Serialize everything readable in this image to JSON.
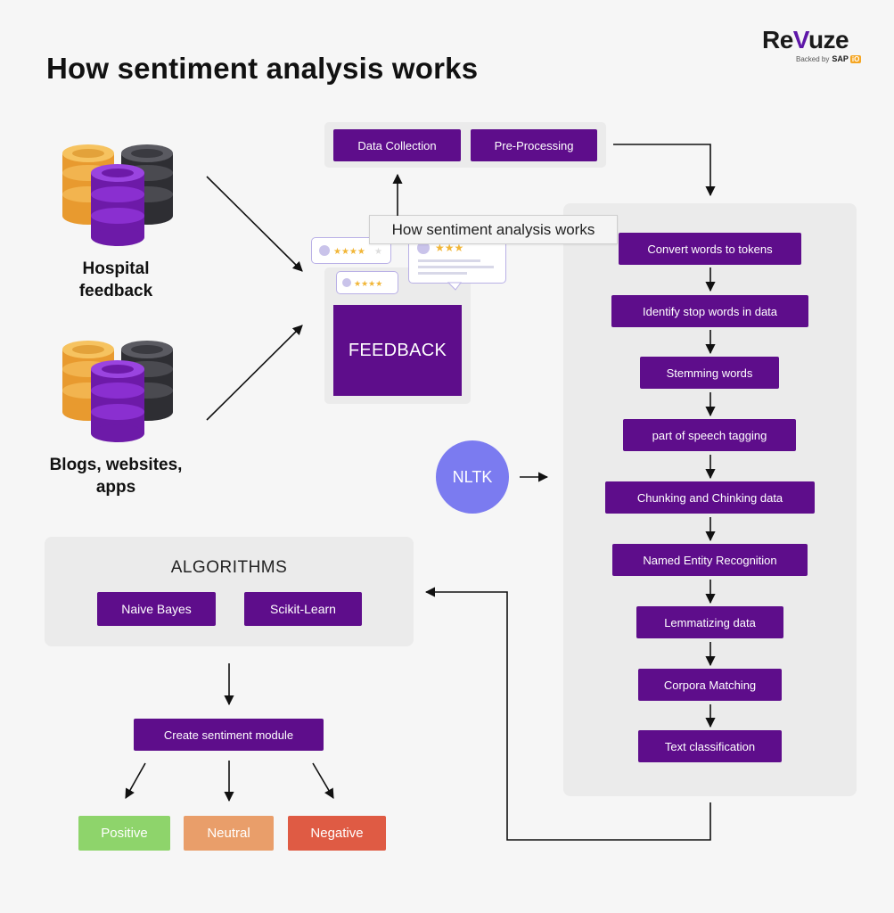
{
  "title": "How sentiment analysis works",
  "logo": {
    "word_prefix": "Re",
    "word_v": "V",
    "word_suffix": "uze",
    "backed_by": "Backed by",
    "sap": "SAP",
    "io": "iO"
  },
  "sources": {
    "hospital": "Hospital feedback",
    "blogs": "Blogs, websites, apps"
  },
  "top_steps": [
    "Data Collection",
    "Pre-Processing"
  ],
  "tooltip": "How sentiment analysis works",
  "feedback_label": "FEEDBACK",
  "nltk_label": "NLTK",
  "pipeline_steps": [
    "Convert words to tokens",
    "Identify stop words in data",
    "Stemming words",
    "part of speech tagging",
    "Chunking and Chinking data",
    "Named Entity Recognition",
    "Lemmatizing data",
    "Corpora Matching",
    "Text classification"
  ],
  "algorithms": {
    "title": "ALGORITHMS",
    "items": [
      "Naive Bayes",
      "Scikit-Learn"
    ]
  },
  "module_label": "Create sentiment module",
  "results": [
    {
      "label": "Positive",
      "color": "#8ed46b"
    },
    {
      "label": "Neutral",
      "color": "#e99e6a"
    },
    {
      "label": "Negative",
      "color": "#df5b44"
    }
  ],
  "colors": {
    "accent": "#5e0d8b",
    "nltk": "#7b7bf0",
    "star": "#f1b638"
  }
}
